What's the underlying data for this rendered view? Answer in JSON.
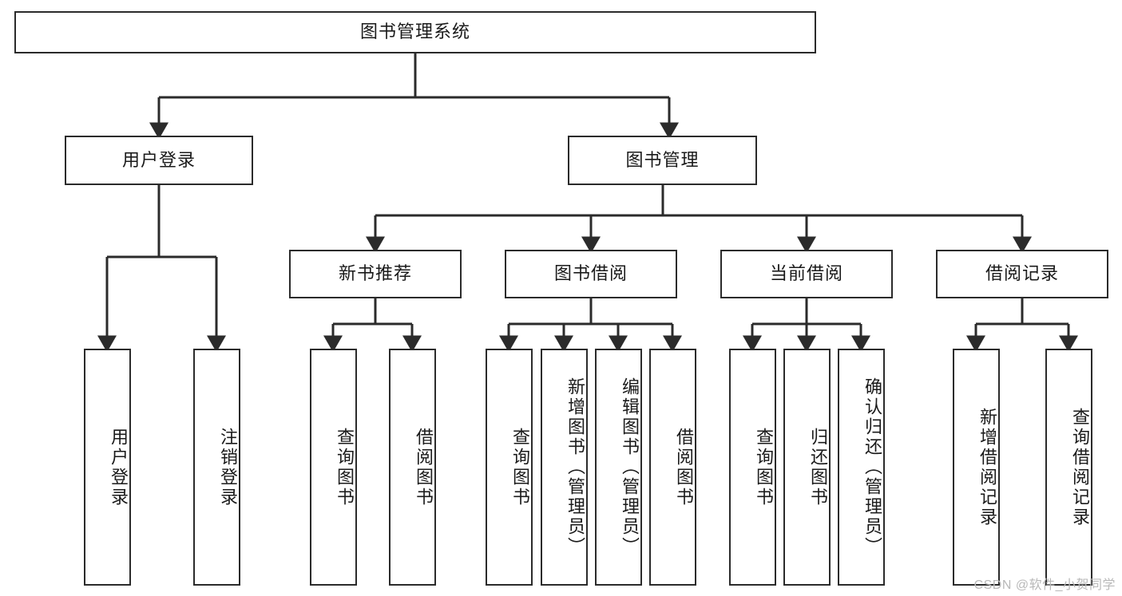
{
  "diagram": {
    "title": "图书管理系统",
    "type": "tree",
    "watermark": "CSDN @软件_小贺同学",
    "colors": {
      "node_border": "#2b2b2b",
      "node_fill": "#ffffff",
      "edge": "#2b2b2b",
      "text": "#1a1a1a",
      "watermark": "#b9b9b9",
      "background": "#ffffff"
    },
    "levels": {
      "root": "图书管理系统",
      "level2": [
        "用户登录",
        "图书管理"
      ],
      "level3": [
        "新书推荐",
        "图书借阅",
        "当前借阅",
        "借阅记录"
      ]
    },
    "nodes": {
      "root": {
        "label": "图书管理系统",
        "orientation": "horizontal"
      },
      "user_login": {
        "label": "用户登录",
        "orientation": "horizontal"
      },
      "book_manage": {
        "label": "图书管理",
        "orientation": "horizontal"
      },
      "new_book_rec": {
        "label": "新书推荐",
        "orientation": "horizontal"
      },
      "book_borrow": {
        "label": "图书借阅",
        "orientation": "horizontal"
      },
      "current_borrow": {
        "label": "当前借阅",
        "orientation": "horizontal"
      },
      "borrow_record": {
        "label": "借阅记录",
        "orientation": "horizontal"
      },
      "leaf_user_login": {
        "label": "用户登录",
        "orientation": "vertical"
      },
      "leaf_logout": {
        "label": "注销登录",
        "orientation": "vertical"
      },
      "leaf_query_book_a": {
        "label": "查询图书",
        "orientation": "vertical"
      },
      "leaf_borrow_book_a": {
        "label": "借阅图书",
        "orientation": "vertical"
      },
      "leaf_query_book_b": {
        "label": "查询图书",
        "orientation": "vertical"
      },
      "leaf_add_book": {
        "label": "新增图书（管理员）",
        "orientation": "vertical"
      },
      "leaf_edit_book": {
        "label": "编辑图书（管理员）",
        "orientation": "vertical"
      },
      "leaf_borrow_book_b": {
        "label": "借阅图书",
        "orientation": "vertical"
      },
      "leaf_query_book_c": {
        "label": "查询图书",
        "orientation": "vertical"
      },
      "leaf_return_book": {
        "label": "归还图书",
        "orientation": "vertical"
      },
      "leaf_confirm_return": {
        "label": "确认归还（管理员）",
        "orientation": "vertical"
      },
      "leaf_add_record": {
        "label": "新增借阅记录",
        "orientation": "vertical"
      },
      "leaf_query_record": {
        "label": "查询借阅记录",
        "orientation": "vertical"
      }
    },
    "edges": [
      {
        "from": "图书管理系统",
        "to": "用户登录"
      },
      {
        "from": "图书管理系统",
        "to": "图书管理"
      },
      {
        "from": "用户登录",
        "to": "用户登录"
      },
      {
        "from": "用户登录",
        "to": "注销登录"
      },
      {
        "from": "图书管理",
        "to": "新书推荐"
      },
      {
        "from": "图书管理",
        "to": "图书借阅"
      },
      {
        "from": "图书管理",
        "to": "当前借阅"
      },
      {
        "from": "图书管理",
        "to": "借阅记录"
      },
      {
        "from": "新书推荐",
        "to": "查询图书"
      },
      {
        "from": "新书推荐",
        "to": "借阅图书"
      },
      {
        "from": "图书借阅",
        "to": "查询图书"
      },
      {
        "from": "图书借阅",
        "to": "新增图书（管理员）"
      },
      {
        "from": "图书借阅",
        "to": "编辑图书（管理员）"
      },
      {
        "from": "图书借阅",
        "to": "借阅图书"
      },
      {
        "from": "当前借阅",
        "to": "查询图书"
      },
      {
        "from": "当前借阅",
        "to": "归还图书"
      },
      {
        "from": "当前借阅",
        "to": "确认归还（管理员）"
      },
      {
        "from": "借阅记录",
        "to": "新增借阅记录"
      },
      {
        "from": "借阅记录",
        "to": "查询借阅记录"
      }
    ]
  }
}
